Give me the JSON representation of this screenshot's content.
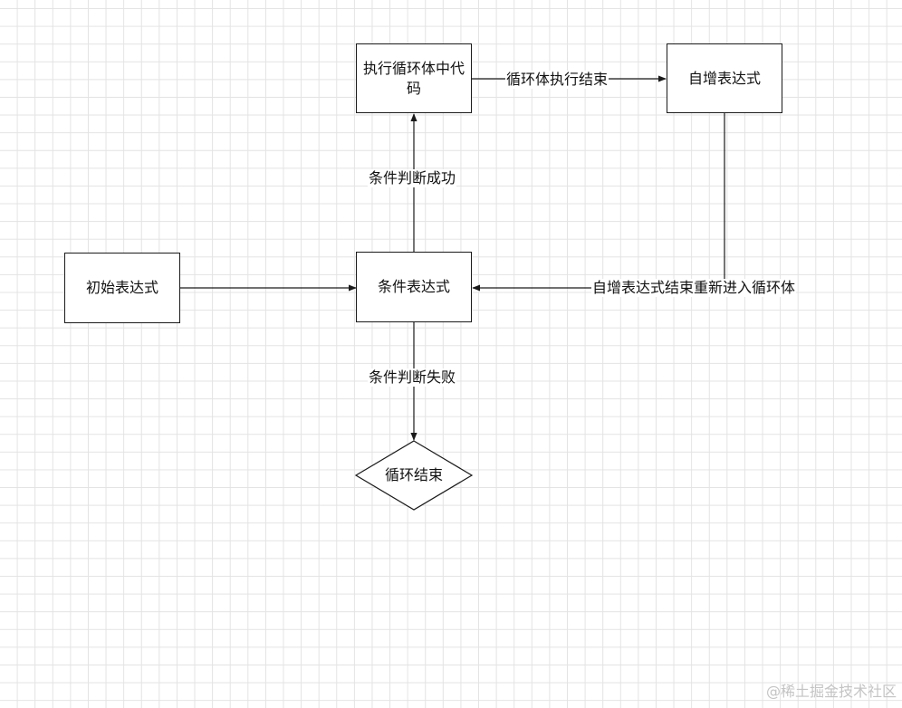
{
  "nodes": {
    "loop_body": "执行循环体中代码",
    "increment": "自增表达式",
    "init": "初始表达式",
    "condition": "条件表达式",
    "loop_end": "循环结束"
  },
  "edges": {
    "body_to_increment": "循环体执行结束",
    "condition_true": "条件判断成功",
    "condition_false": "条件判断失败",
    "increment_to_condition": "自增表达式结束重新进入循环体"
  },
  "watermark": "@稀土掘金技术社区",
  "colors": {
    "stroke": "#1a1a1a",
    "grid": "#e3e3e3",
    "watermark": "#c4c4c4"
  }
}
